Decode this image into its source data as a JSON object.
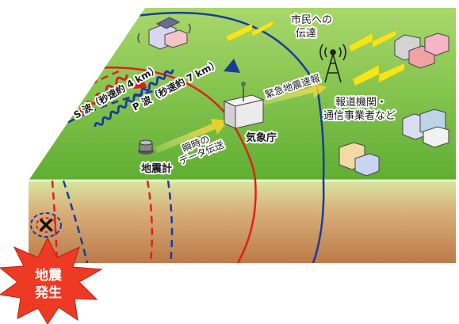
{
  "labels": {
    "s_wave": "S 波（秒速約 4 km）",
    "p_wave": "P 波（秒速約 7 km）",
    "seismometer": "地震計",
    "instant_transfer_1": "瞬時の",
    "instant_transfer_2": "データ伝送",
    "jma": "気象庁",
    "eew": "緊急地震速報",
    "citizens_1": "市民への",
    "citizens_2": "伝達",
    "media_1": "報道機関・",
    "media_2": "通信事業者など",
    "quake_1": "地震",
    "quake_2": "発生"
  },
  "colors": {
    "ground_green": "#8cc83c",
    "soil": "#c98c5a",
    "s_wave": "#e0201e",
    "p_wave": "#1a3c9a",
    "burst": "#ee3a24",
    "signal": "#f5e61c"
  }
}
